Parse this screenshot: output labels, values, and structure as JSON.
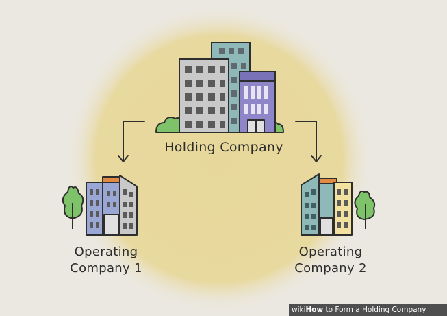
{
  "diagram": {
    "holding": {
      "label": "Holding Company"
    },
    "operating_1": {
      "label_line1": "Operating",
      "label_line2": "Company 1"
    },
    "operating_2": {
      "label_line1": "Operating",
      "label_line2": "Company 2"
    }
  },
  "watermark": {
    "brand": "wiki",
    "bold_word": "How",
    "title": " to Form a Holding Company"
  },
  "colors": {
    "background": "#ebe8e1",
    "glow": "#e8d99b",
    "outline": "#2e2e2e",
    "blue_building": "#9aa6d4",
    "gray_building": "#c8c8c8",
    "teal_building": "#8fb9b9",
    "purple_building": "#8e86c9",
    "yellow_building": "#f3e1a0",
    "orange_accent": "#e08a43",
    "tree_green": "#7ec36a"
  }
}
